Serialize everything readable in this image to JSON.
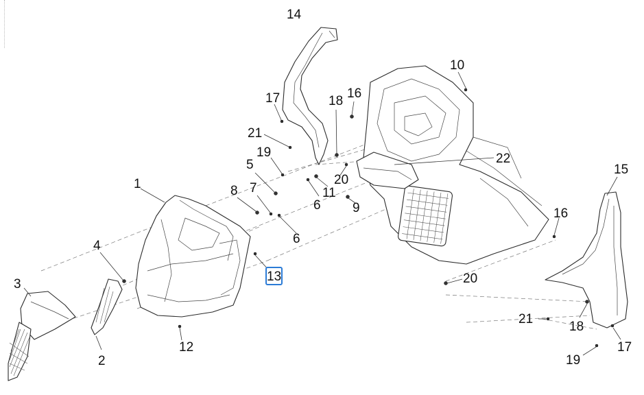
{
  "highlight": {
    "number": "13",
    "color": "#2b7bd6"
  },
  "callouts": {
    "c1": "1",
    "c2": "2",
    "c3": "3",
    "c4": "4",
    "c5": "5",
    "c6a": "6",
    "c6b": "6",
    "c7": "7",
    "c8": "8",
    "c9": "9",
    "c10": "10",
    "c11": "11",
    "c12": "12",
    "c13": "13",
    "c14": "14",
    "c15": "15",
    "c16a": "16",
    "c16b": "16",
    "c17a": "17",
    "c17b": "17",
    "c18a": "18",
    "c18b": "18",
    "c19a": "19",
    "c19b": "19",
    "c20a": "20",
    "c20b": "20",
    "c21a": "21",
    "c21b": "21",
    "c22": "22"
  }
}
